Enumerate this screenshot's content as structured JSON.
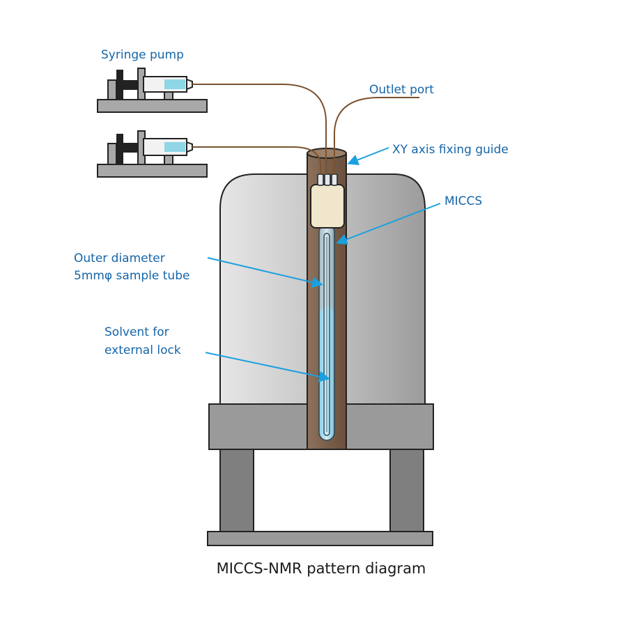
{
  "labels": {
    "syringe_pump": "Syringe pump",
    "outlet_port": "Outlet port",
    "xy_guide": "XY axis fixing guide",
    "miccs": "MICCS",
    "outer_diameter_line1": "Outer diameter",
    "outer_diameter_line2": "5mmφ sample tube",
    "solvent_line1": "Solvent for",
    "solvent_line2": "external lock"
  },
  "caption": "MICCS-NMR pattern diagram",
  "colors": {
    "label_text": "#1565a8",
    "arrow": "#1aa0e0",
    "tubing": "#7a5230",
    "magnet_body": "#c8c8c8",
    "base_metal": "#9a9a9a",
    "probe_body": "#7e6350",
    "cap_block": "#efe6cc",
    "solvent": "#9cd8ef"
  }
}
